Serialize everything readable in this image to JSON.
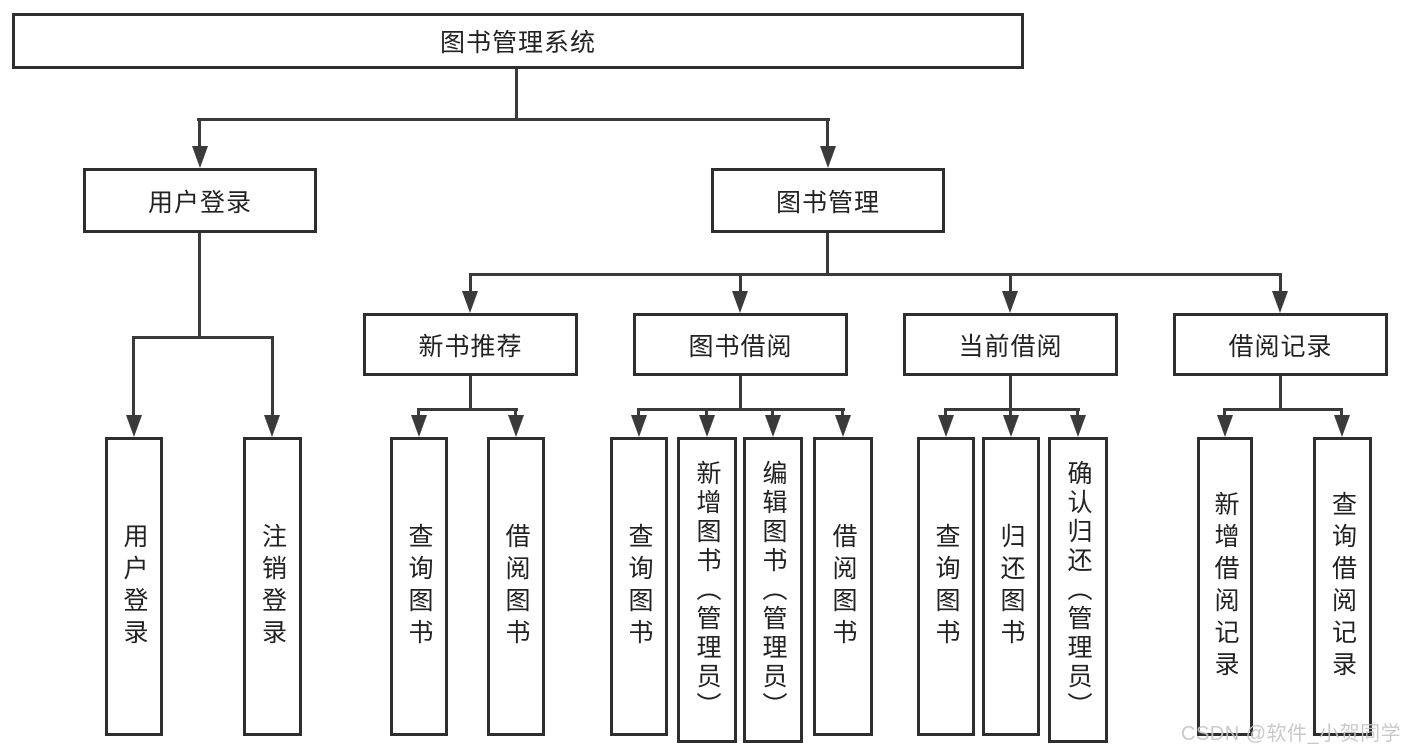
{
  "colors": {
    "line": "#3a3a3a",
    "box_border": "#2e2e2e",
    "text": "#222222",
    "watermark": "#c6c6c6",
    "background": "#ffffff"
  },
  "watermark": {
    "text": "CSDN @软件_小贺同学"
  },
  "tree": {
    "root": "图书管理系统",
    "branches": [
      {
        "label": "用户登录",
        "leaves": [
          "用户登录",
          "注销登录"
        ]
      },
      {
        "label": "图书管理",
        "groups": [
          {
            "label": "新书推荐",
            "leaves": [
              "查询图书",
              "借阅图书"
            ]
          },
          {
            "label": "图书借阅",
            "leaves": [
              "查询图书",
              "新增图书（管理员）",
              "编辑图书（管理员）",
              "借阅图书"
            ]
          },
          {
            "label": "当前借阅",
            "leaves": [
              "查询图书",
              "归还图书",
              "确认归还（管理员）"
            ]
          },
          {
            "label": "借阅记录",
            "leaves": [
              "新增借阅记录",
              "查询借阅记录"
            ]
          }
        ]
      }
    ]
  }
}
